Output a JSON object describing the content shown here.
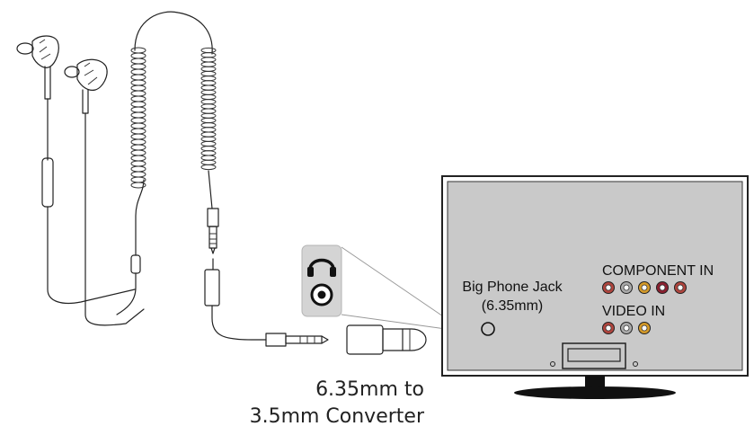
{
  "tv": {
    "big_jack_label_line1": "Big Phone Jack",
    "big_jack_label_line2": "(6.35mm)",
    "component_label": "COMPONENT IN",
    "video_label": "VIDEO IN",
    "screen_color": "#c9c9c9"
  },
  "converter": {
    "caption_line1": "6.35mm to",
    "caption_line2": "3.5mm Converter"
  },
  "legend_icons": [
    "headphones-icon",
    "jack-socket-icon"
  ],
  "port_colors": {
    "component": [
      "#b0453e",
      "#aaaaaa",
      "#d49a2a",
      "#8c2030",
      "#b0453e"
    ],
    "video": [
      "#b0453e",
      "#aaaaaa",
      "#d49a2a"
    ]
  }
}
